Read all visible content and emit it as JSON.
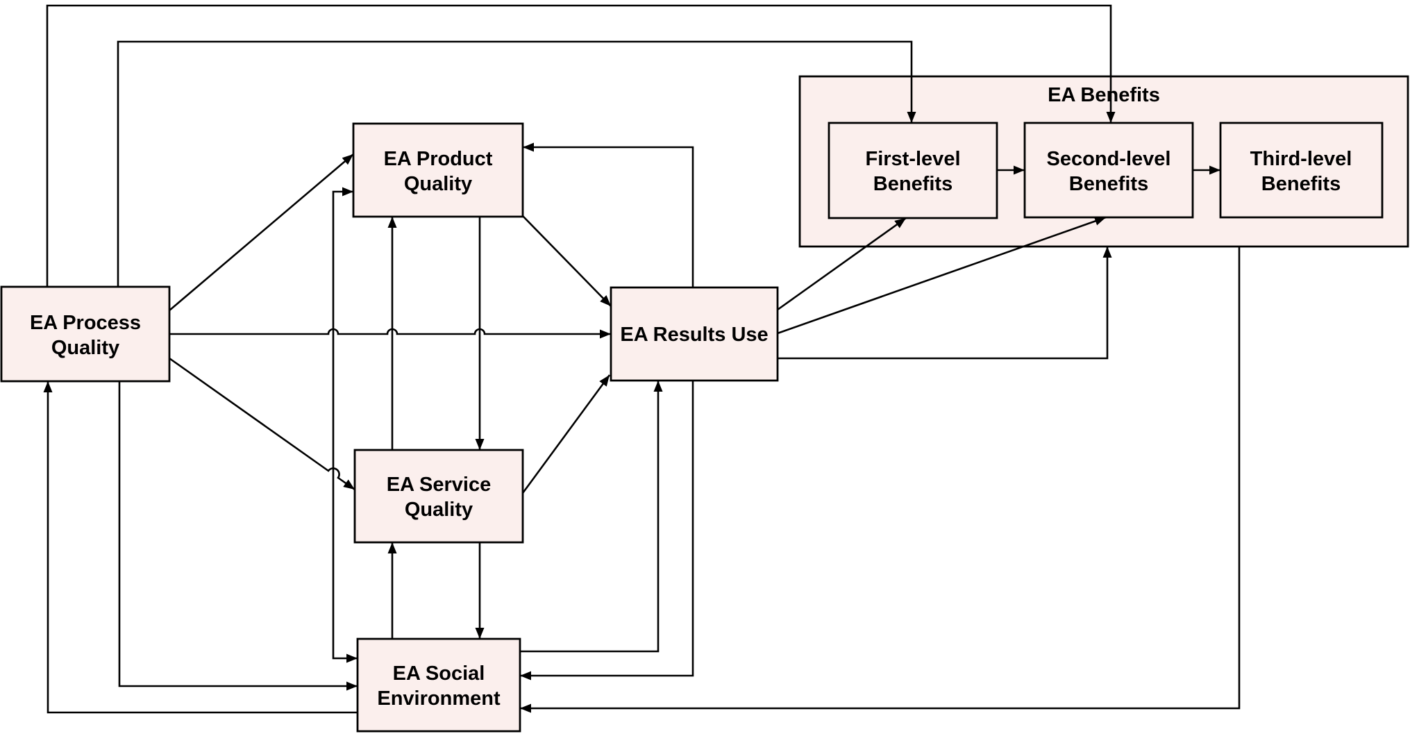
{
  "diagram": {
    "type": "model-diagram",
    "background_color": "#ffffff",
    "node_fill": "#fbefed",
    "node_border_color": "#000000",
    "line_color": "#000000",
    "container": {
      "label": "EA Benefits"
    },
    "nodes": {
      "process": {
        "line1": "EA Process",
        "line2": "Quality"
      },
      "product": {
        "line1": "EA Product",
        "line2": "Quality"
      },
      "service": {
        "line1": "EA Service",
        "line2": "Quality"
      },
      "social": {
        "line1": "EA Social",
        "line2": "Environment"
      },
      "results": {
        "label": "EA Results Use"
      },
      "first": {
        "line1": "First-level",
        "line2": "Benefits"
      },
      "second": {
        "line1": "Second-level",
        "line2": "Benefits"
      },
      "third": {
        "line1": "Third-level",
        "line2": "Benefits"
      }
    },
    "edges": [
      {
        "id": "process-to-product",
        "from": "EA Process Quality",
        "to": "EA Product Quality"
      },
      {
        "id": "process-to-results",
        "from": "EA Process Quality",
        "to": "EA Results Use"
      },
      {
        "id": "process-to-service",
        "from": "EA Process Quality",
        "to": "EA Service Quality"
      },
      {
        "id": "process-to-first",
        "from": "EA Process Quality",
        "to": "First-level Benefits"
      },
      {
        "id": "process-to-second",
        "from": "EA Process Quality",
        "to": "Second-level Benefits"
      },
      {
        "id": "process-to-social",
        "from": "EA Process Quality",
        "to": "EA Social Environment"
      },
      {
        "id": "social-to-process",
        "from": "EA Social Environment",
        "to": "EA Process Quality"
      },
      {
        "id": "product-to-service",
        "from": "EA Product Quality",
        "to": "EA Service Quality"
      },
      {
        "id": "service-to-product",
        "from": "EA Service Quality",
        "to": "EA Product Quality"
      },
      {
        "id": "service-to-social",
        "from": "EA Service Quality",
        "to": "EA Social Environment"
      },
      {
        "id": "social-to-service",
        "from": "EA Social Environment",
        "to": "EA Service Quality"
      },
      {
        "id": "product-social-bidirectional",
        "from": "EA Product Quality",
        "to": "EA Social Environment",
        "bidirectional": true
      },
      {
        "id": "product-to-results",
        "from": "EA Product Quality",
        "to": "EA Results Use"
      },
      {
        "id": "service-to-results",
        "from": "EA Service Quality",
        "to": "EA Results Use"
      },
      {
        "id": "results-to-product",
        "from": "EA Results Use",
        "to": "EA Product Quality"
      },
      {
        "id": "social-to-results",
        "from": "EA Social Environment",
        "to": "EA Results Use"
      },
      {
        "id": "results-to-social",
        "from": "EA Results Use",
        "to": "EA Social Environment"
      },
      {
        "id": "results-to-first",
        "from": "EA Results Use",
        "to": "First-level Benefits"
      },
      {
        "id": "results-to-second",
        "from": "EA Results Use",
        "to": "Second-level Benefits"
      },
      {
        "id": "results-to-benefits",
        "from": "EA Results Use",
        "to": "EA Benefits"
      },
      {
        "id": "benefits-to-social",
        "from": "EA Benefits",
        "to": "EA Social Environment"
      },
      {
        "id": "first-to-second",
        "from": "First-level Benefits",
        "to": "Second-level Benefits"
      },
      {
        "id": "second-to-third",
        "from": "Second-level Benefits",
        "to": "Third-level Benefits"
      }
    ]
  }
}
